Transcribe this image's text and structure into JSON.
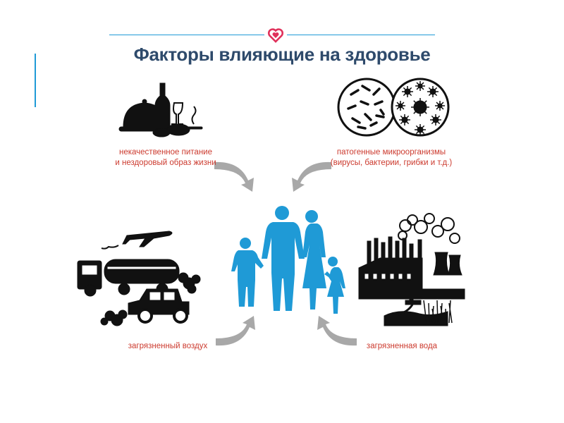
{
  "title": "Факторы влияющие на здоровье",
  "colors": {
    "accent": "#1f9ad6",
    "title": "#2e4a6b",
    "label": "#cc3a2e",
    "arrow": "#a8a8a8",
    "logo": "#e0315b",
    "art": "#111111"
  },
  "factors": {
    "food": {
      "line1": "некачественное питание",
      "line2": "и нездоровый образ жизни"
    },
    "microbes": {
      "line1": "патогенные микроорганизмы",
      "line2": "(вирусы, бактерии, грибки и т.д.)"
    },
    "air": {
      "label": "загрязненный воздух"
    },
    "water": {
      "label": "загрязненная вода"
    }
  },
  "icons": {
    "logo": "heart-logo-icon",
    "food": "food-wine-icon",
    "microbes": "bacteria-virus-icon",
    "air": "vehicles-airplane-icon",
    "water": "factory-pollution-icon",
    "family": "family-silhouette-icon"
  }
}
